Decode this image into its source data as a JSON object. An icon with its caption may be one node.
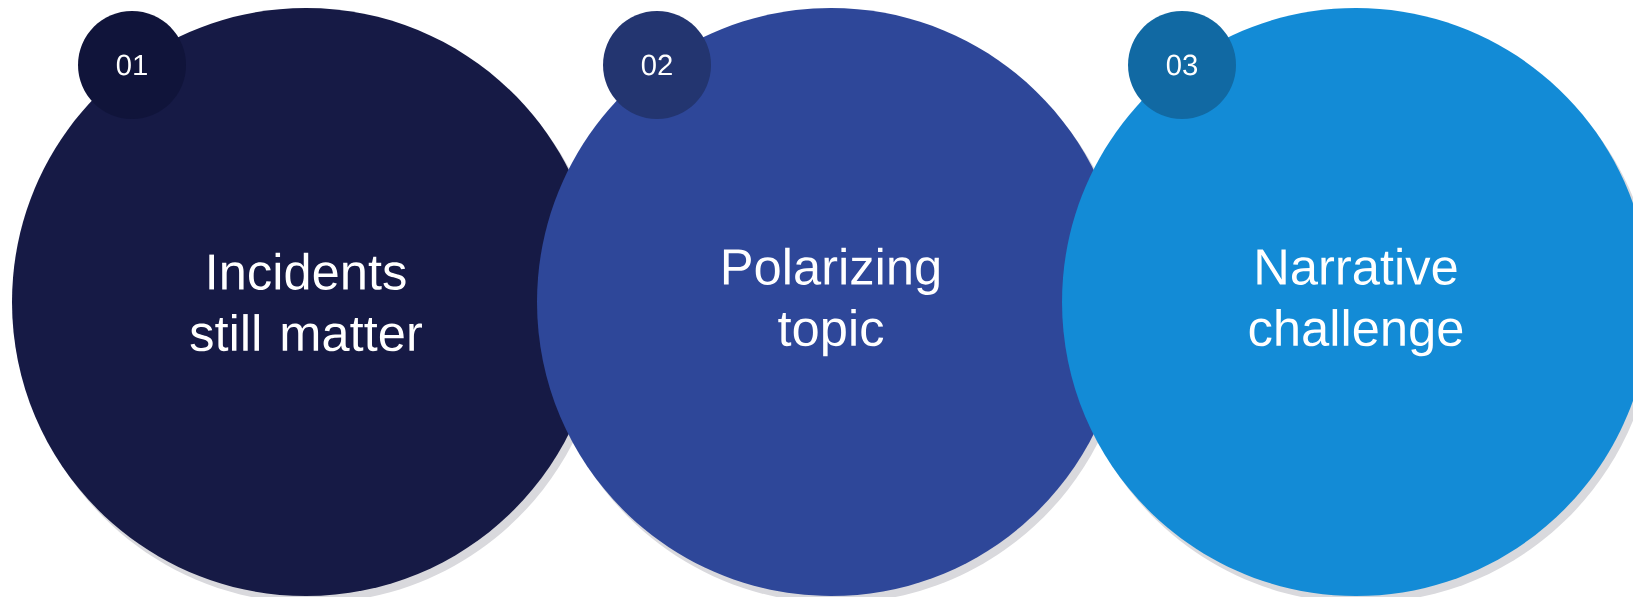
{
  "diagram": {
    "nodes": [
      {
        "text": [
          "01"
        ]
      },
      {
        "text": [
          "Incidents still matter"
        ]
      },
      {
        "text": [
          "02"
        ]
      },
      {
        "text": [
          "Polarizing topic"
        ]
      },
      {
        "text": [
          "03"
        ]
      },
      {
        "text": [
          "Narrative challenge"
        ]
      }
    ],
    "edges": []
  }
}
